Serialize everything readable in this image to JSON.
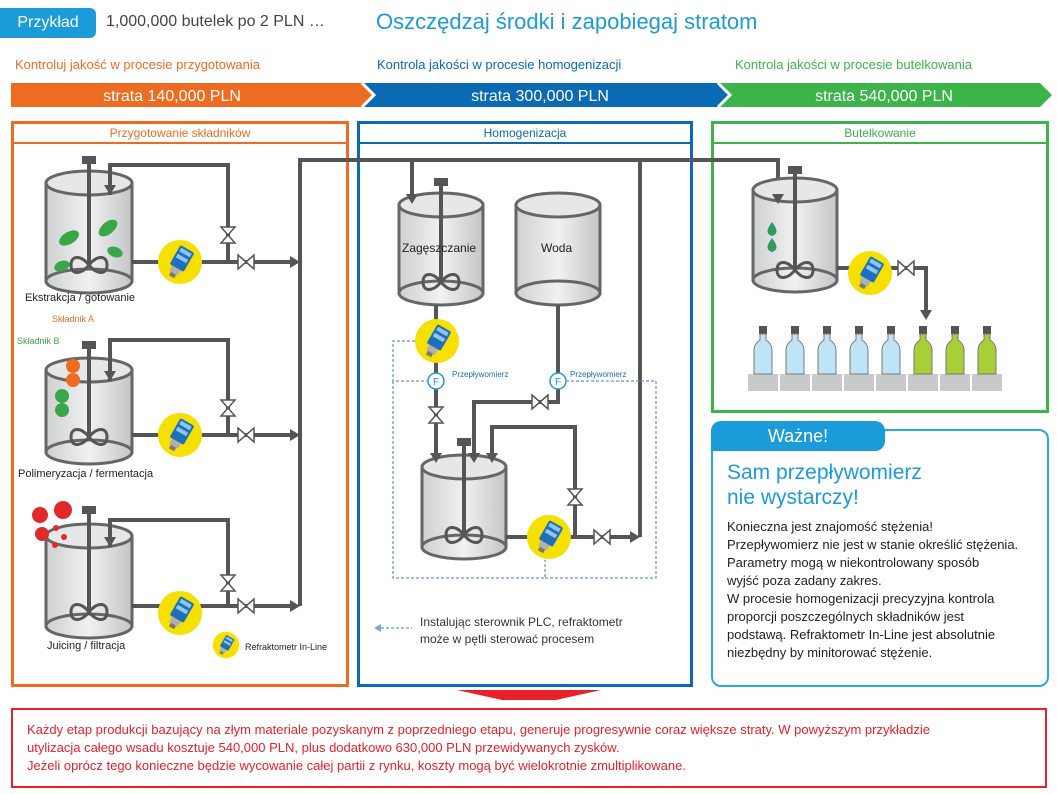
{
  "header": {
    "badge": "Przykład",
    "example": "1,000,000 butelek po 2 PLN …",
    "headline": "Oszczędzaj środki i zapobiegaj stratom"
  },
  "stages": [
    {
      "title": "Kontroluj jakość w procesie przygotowania",
      "loss": "strata 140,000 PLN",
      "color": "#ee6b22"
    },
    {
      "title": "Kontrola jakości w procesie homogenizacji",
      "loss": "strata 300,000 PLN",
      "color": "#0a6ab3"
    },
    {
      "title": "Kontrola jakości w procesie butelkowania",
      "loss": "strata 540,000 PLN",
      "color": "#3cb44a"
    }
  ],
  "sections": {
    "prep": {
      "title": "Przygotowanie składników",
      "tank1": "Ekstrakcja / gotowanie",
      "tank2": "Polimeryzacja / fermentacja",
      "tank3": "Juicing / filtracja",
      "ingredient_a": "Składnik A",
      "ingredient_b": "Składnik B",
      "refractometer_legend": "Refraktometr In-Line"
    },
    "homog": {
      "title": "Homogenizacja",
      "tank_concentrate": "Zagęszczanie",
      "tank_water": "Woda",
      "flowmeter1": "Przepływomierz",
      "flowmeter2": "Przepływomierz",
      "flowmeter_symbol": "F",
      "plc_note_line1": "Instalując sterownik PLC, refraktometr",
      "plc_note_line2": "może w pętli sterować procesem"
    },
    "bottling": {
      "title": "Butelkowanie"
    }
  },
  "important": {
    "tab": "Ważne!",
    "head_line1": "Sam przepływomierz",
    "head_line2": "nie wystarczy!",
    "body": [
      "Konieczna jest znajomość stężenia!",
      "Przepływomierz nie jest w stanie określić stężenia.",
      "Parametry mogą w niekontrolowany sposób",
      "wyjść poza zadany zakres.",
      "W procesie homogenizacji precyzyjna kontrola",
      "proporcji poszczególnych składników jest",
      "podstawą. Refraktometr In-Line jest absolutnie",
      "niezbędny by minitorować stężenie."
    ]
  },
  "summary": [
    "Każdy etap produkcji bazujący na złym materiale pozyskanym z poprzedniego etapu, generuje progresywnie coraz większe straty. W powyższym przykładzie",
    "utylizacja całego wsadu kosztuje 540,000 PLN, plus dodatkowo 630,000 PLN przewidywanych zysków.",
    "Jeżeli oprócz tego konieczne będzie wycowanie całej partii z rynku, koszty mogą być wielokrotnie zmultiplikowane."
  ],
  "colors": {
    "accent_blue": "#1b9bd7",
    "orange": "#ee6b22",
    "navy": "#0a6ab3",
    "green": "#3cb44a",
    "red": "#e8202a",
    "pipe": "#555555",
    "sensor_yellow": "#f5e000"
  }
}
